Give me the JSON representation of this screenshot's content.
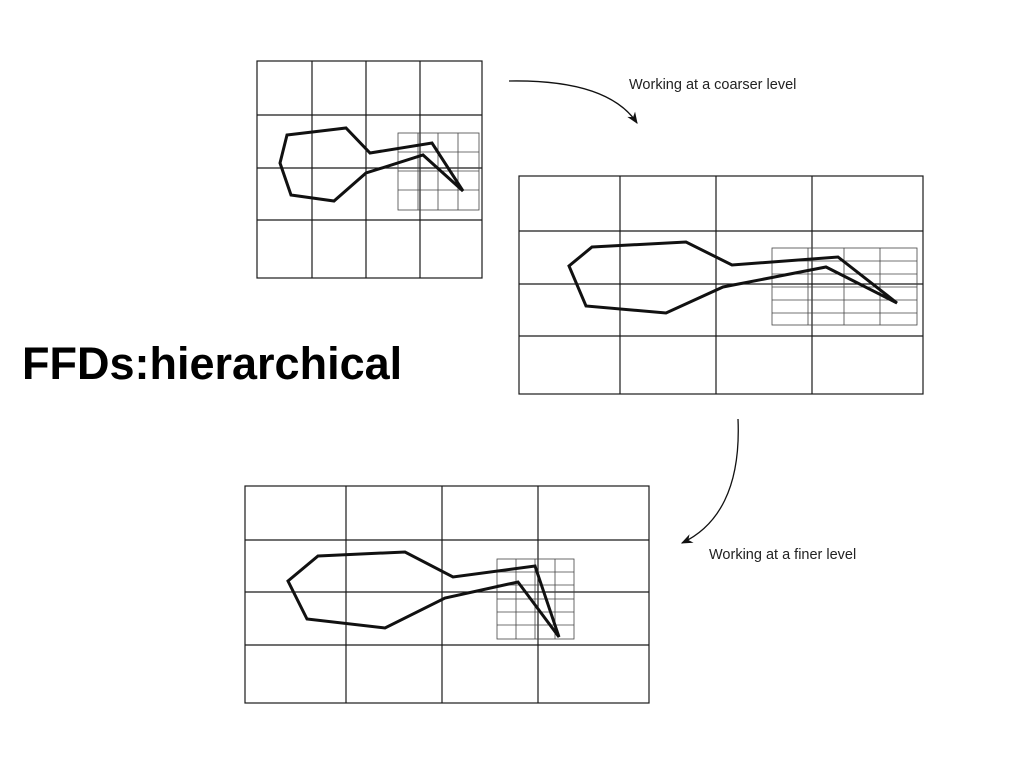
{
  "slide": {
    "title": "FFDs:hierarchical"
  },
  "annotations": {
    "coarser_caption": "Working at a coarser level",
    "finer_caption": "Working at a finer level"
  },
  "diagrams": [
    {
      "name": "coarse-level-lattice",
      "control_grid": {
        "columns": 4,
        "rows": 4
      },
      "local_refinement_grid": {
        "columns": 4,
        "rows": 4
      }
    },
    {
      "name": "middle-level-lattice",
      "control_grid": {
        "columns": 4,
        "rows": 4
      },
      "local_refinement_grid": {
        "columns": 4,
        "rows": 6
      }
    },
    {
      "name": "fine-level-lattice",
      "control_grid": {
        "columns": 4,
        "rows": 4
      },
      "local_refinement_grid": {
        "columns": 4,
        "rows": 6
      }
    }
  ],
  "colors": {
    "grid_line": "#1a1a1a",
    "fine_grid_line": "#444444",
    "shape_outline": "#111111",
    "text": "#000000"
  }
}
